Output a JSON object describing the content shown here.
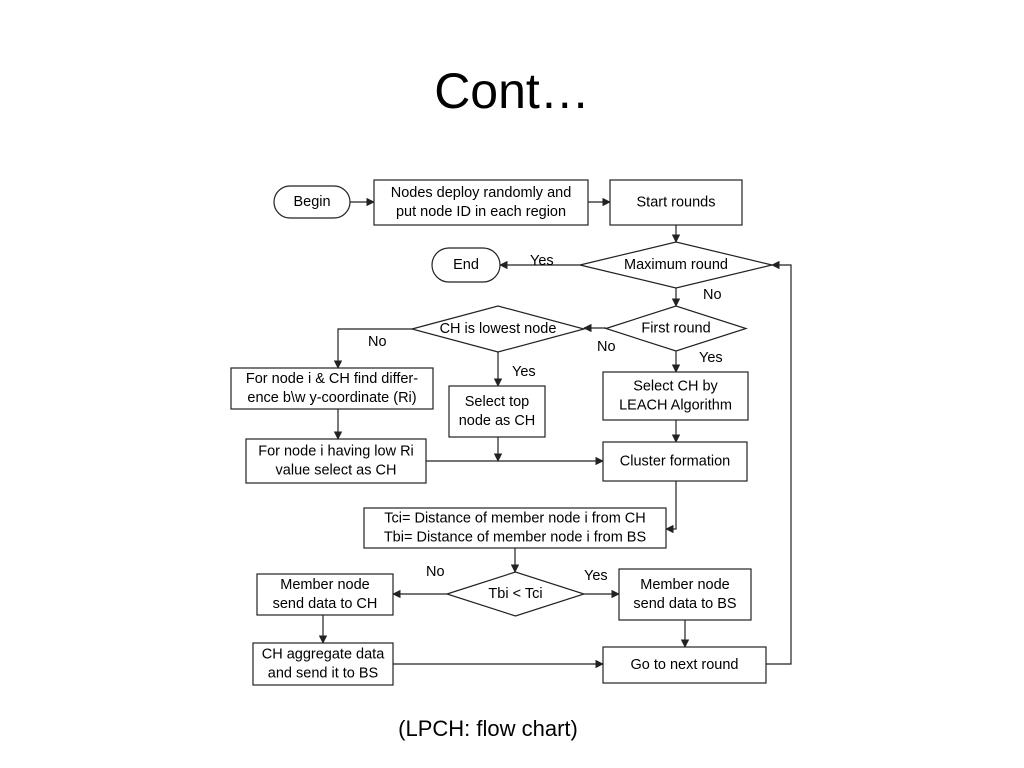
{
  "slide": {
    "title": "Cont…",
    "caption": "(LPCH: flow chart)"
  },
  "flowchart": {
    "nodes": {
      "begin": {
        "shape": "terminal",
        "lines": [
          "Begin"
        ]
      },
      "deploy": {
        "shape": "process",
        "lines": [
          "Nodes deploy randomly and",
          "put node ID in each region"
        ]
      },
      "start_rounds": {
        "shape": "process",
        "lines": [
          "Start rounds"
        ]
      },
      "end": {
        "shape": "terminal",
        "lines": [
          "End"
        ]
      },
      "maximum_round": {
        "shape": "decision",
        "lines": [
          "Maximum round"
        ]
      },
      "first_round": {
        "shape": "decision",
        "lines": [
          "First round"
        ]
      },
      "ch_lowest": {
        "shape": "decision",
        "lines": [
          "CH is lowest node"
        ]
      },
      "find_difference": {
        "shape": "process",
        "lines": [
          "For node i & CH find differ-",
          "ence b\\w y-coordinate (Ri)"
        ]
      },
      "low_ri": {
        "shape": "process",
        "lines": [
          "For node i having low Ri",
          "value select as CH"
        ]
      },
      "select_top": {
        "shape": "process",
        "lines": [
          "Select top",
          "node as CH"
        ]
      },
      "leach": {
        "shape": "process",
        "lines": [
          "Select CH by",
          "LEACH Algorithm"
        ]
      },
      "cluster_formation": {
        "shape": "process",
        "lines": [
          "Cluster formation"
        ]
      },
      "distances": {
        "shape": "process",
        "lines": [
          "Tci= Distance of member node i from CH",
          "Tbi= Distance of member node i from BS"
        ]
      },
      "tbi_tci": {
        "shape": "decision",
        "lines": [
          "Tbi < Tci"
        ]
      },
      "send_ch": {
        "shape": "process",
        "lines": [
          "Member node",
          "send data to CH"
        ]
      },
      "send_bs": {
        "shape": "process",
        "lines": [
          "Member node",
          "send data to BS"
        ]
      },
      "aggregate": {
        "shape": "process",
        "lines": [
          "CH aggregate data",
          "and send it to BS"
        ]
      },
      "next_round": {
        "shape": "process",
        "lines": [
          "Go to next round"
        ]
      }
    },
    "edge_labels": {
      "max_yes": "Yes",
      "max_no": "No",
      "first_no": "No",
      "first_yes": "Yes",
      "lowest_no": "No",
      "lowest_yes": "Yes",
      "tbi_no": "No",
      "tbi_yes": "Yes"
    }
  }
}
